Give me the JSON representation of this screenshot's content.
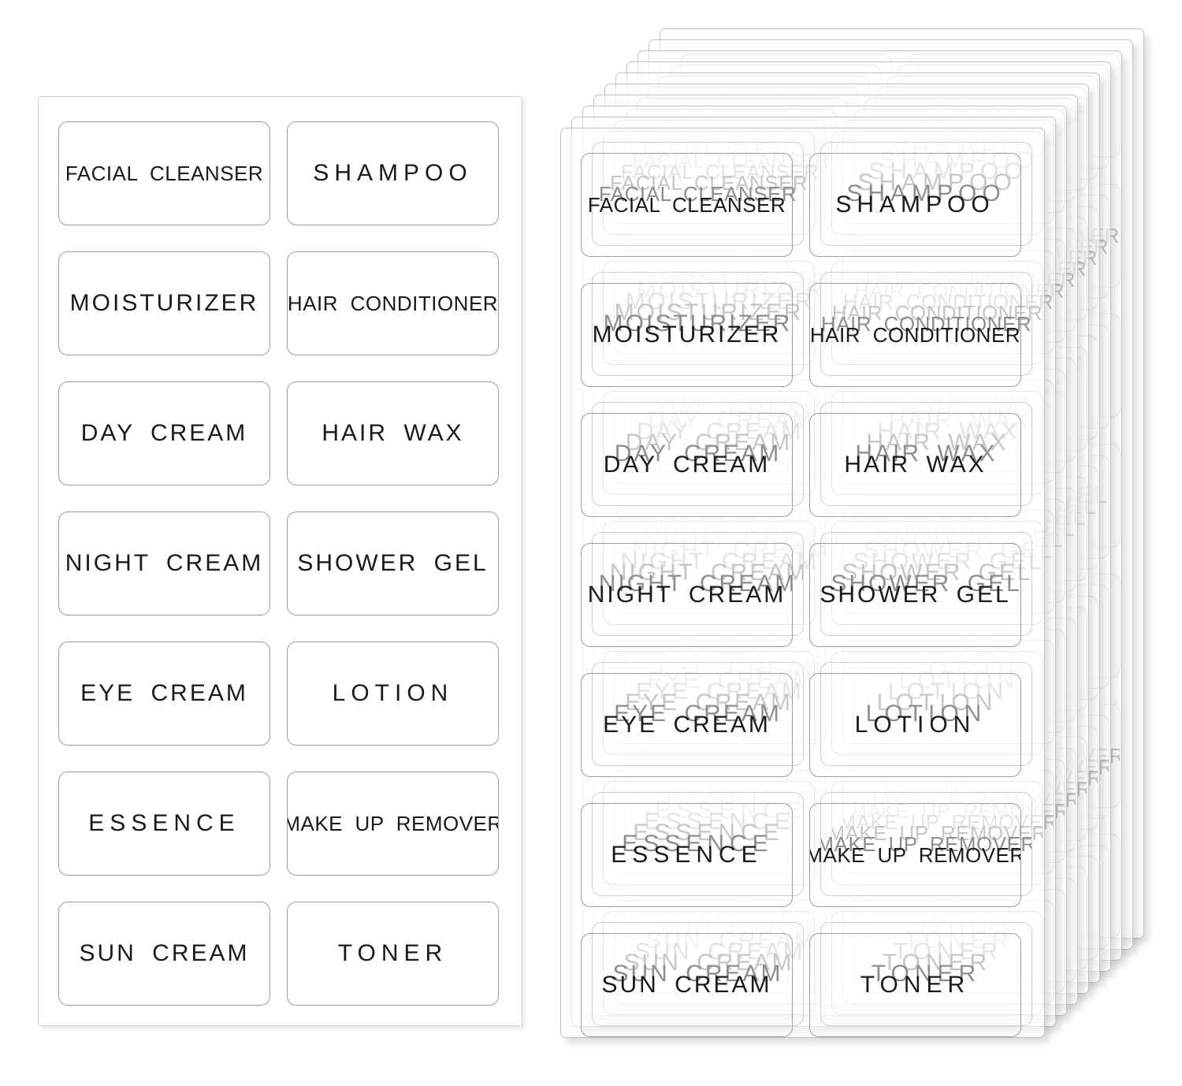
{
  "product": {
    "description": "cosmetic-label-sticker-sheets"
  },
  "sheet_labels": {
    "column_1": [
      "FACIAL CLEANSER",
      "MOISTURIZER",
      "DAY CREAM",
      "NIGHT CREAM",
      "EYE CREAM",
      "ESSENCE",
      "SUN CREAM"
    ],
    "column_2": [
      "SHAMPOO",
      "HAIR CONDITIONER",
      "HAIR WAX",
      "SHOWER GEL",
      "LOTION",
      "MAKE UP REMOVER",
      "TONER"
    ]
  },
  "stack": {
    "sheet_count": 10
  },
  "colors": {
    "page_background": "#ffffff",
    "label_text": "#1a1a1a",
    "label_border": "#9e9e9e",
    "sheet_border": "#c9c9c9"
  }
}
